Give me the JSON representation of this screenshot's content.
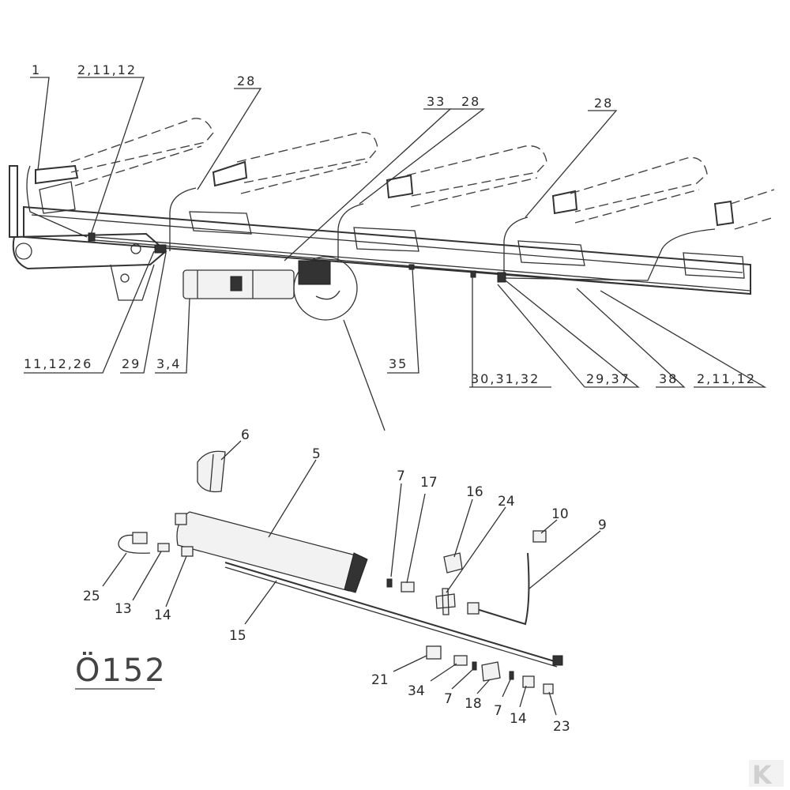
{
  "diagram": {
    "drawing_code": "Ö152",
    "assembly_callouts": [
      "1",
      "2,11,12",
      "28",
      "33",
      "28",
      "28",
      "11,12,26",
      "29",
      "3,4",
      "35",
      "30,31,32",
      "29,37",
      "38",
      "2,11,12"
    ],
    "detail_callouts": [
      "6",
      "5",
      "7",
      "17",
      "16",
      "24",
      "10",
      "9",
      "25",
      "13",
      "14",
      "15",
      "21",
      "34",
      "7",
      "18",
      "7",
      "14",
      "23"
    ],
    "colors": {
      "line": "#333333",
      "background": "#ffffff",
      "logo": "#e6e6e6"
    },
    "logo": "K"
  }
}
